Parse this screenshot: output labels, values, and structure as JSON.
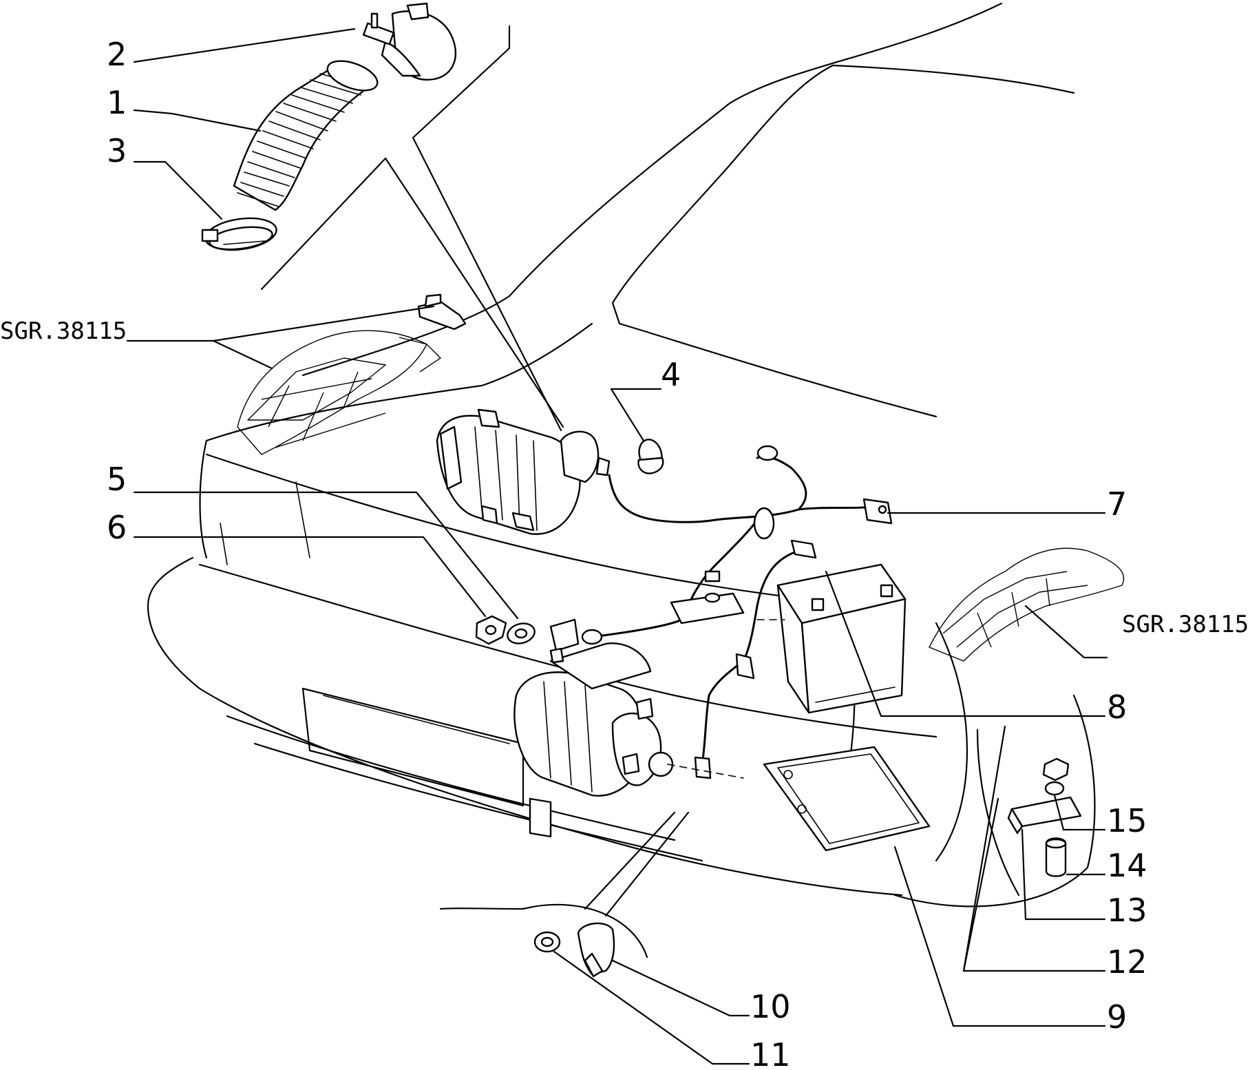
{
  "callouts": [
    {
      "id": "c1",
      "label": "1"
    },
    {
      "id": "c2",
      "label": "2"
    },
    {
      "id": "c3",
      "label": "3"
    },
    {
      "id": "c4",
      "label": "4"
    },
    {
      "id": "c5",
      "label": "5"
    },
    {
      "id": "c6",
      "label": "6"
    },
    {
      "id": "c7",
      "label": "7"
    },
    {
      "id": "c8",
      "label": "8"
    },
    {
      "id": "c9",
      "label": "9"
    },
    {
      "id": "c10",
      "label": "10"
    },
    {
      "id": "c11",
      "label": "11"
    },
    {
      "id": "c12",
      "label": "12"
    },
    {
      "id": "c13",
      "label": "13"
    },
    {
      "id": "c14",
      "label": "14"
    },
    {
      "id": "c15",
      "label": "15"
    }
  ],
  "references": [
    {
      "id": "r1",
      "label": "SGR.38115"
    },
    {
      "id": "r2",
      "label": "SGR.38115"
    }
  ]
}
